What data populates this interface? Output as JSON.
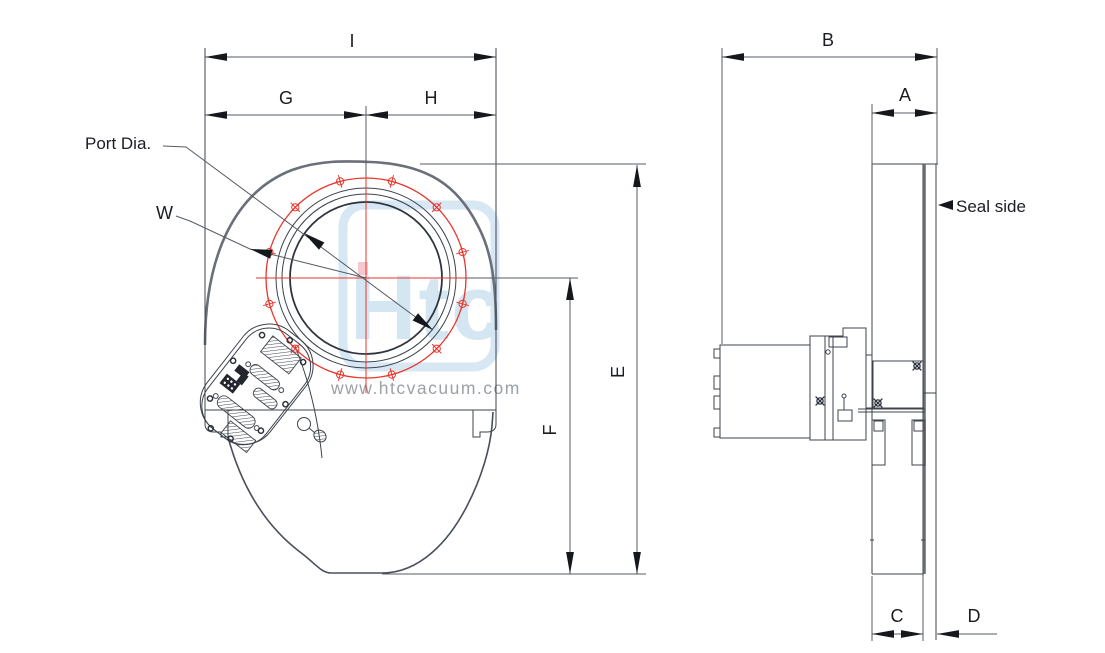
{
  "drawing": {
    "front_view": {
      "dims": {
        "i": "I",
        "g": "G",
        "h": "H",
        "e": "E",
        "f": "F",
        "w": "W",
        "port_dia": "Port Dia."
      }
    },
    "side_view": {
      "dims": {
        "a": "A",
        "b": "B",
        "c": "C",
        "d": "D"
      },
      "seal_side": "Seal side"
    },
    "watermark": {
      "logo": "Htc",
      "url": "www.htcvacuum.com"
    },
    "colors": {
      "line": "#3d434c",
      "body_outline": "#6a7079",
      "flange_red": "#e8362c",
      "arrow": "#14171c",
      "watermark_blue": "#d7e7f4",
      "watermark_pink": "#f3bac2",
      "watermark_text": "#9ca1a8"
    }
  }
}
